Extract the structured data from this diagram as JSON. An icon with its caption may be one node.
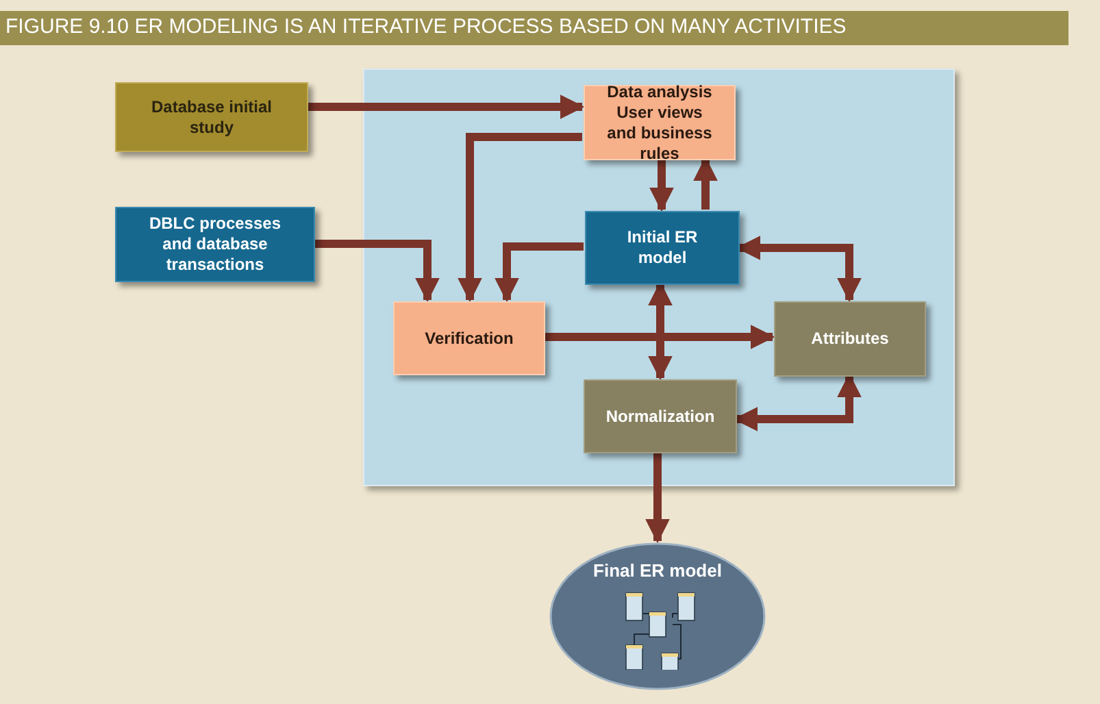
{
  "diagram": {
    "title": "FIGURE 9.10  ER MODELING IS AN ITERATIVE PROCESS BASED ON MANY ACTIVITIES",
    "nodes": [
      {
        "text": [],
        "shape": "box"
      },
      {
        "text": [
          "Database initial study"
        ]
      },
      {
        "text": [
          "DBLC processes and database transactions"
        ]
      },
      {
        "text": [
          "Data analysis User views and business rules"
        ],
        "in": 0
      },
      {
        "text": [
          "Initial ER model"
        ],
        "in": 0
      },
      {
        "text": [
          "Verification"
        ],
        "in": 0
      },
      {
        "text": [
          "Attributes"
        ],
        "in": 0
      },
      {
        "text": [
          "Normalization"
        ],
        "in": 0
      },
      {
        "text": [
          "Final ER model"
        ]
      }
    ],
    "edges": [
      {
        "from": 1,
        "to": 3,
        "arrow": "to"
      },
      {
        "from": 3,
        "to": 5,
        "arrow": "to"
      },
      {
        "from": 2,
        "to": 5,
        "arrow": "to"
      },
      {
        "from": 4,
        "to": 5,
        "arrow": "to"
      },
      {
        "from": 3,
        "to": 4,
        "arrow": "to"
      },
      {
        "from": 4,
        "to": 3,
        "arrow": "to"
      },
      {
        "from": 4,
        "to": 6,
        "arrow": "both"
      },
      {
        "from": 4,
        "to": 7,
        "arrow": "both"
      },
      {
        "from": 5,
        "to": 6,
        "arrow": "to"
      },
      {
        "from": 7,
        "to": 6,
        "arrow": "both"
      },
      {
        "from": 7,
        "to": 8,
        "arrow": "to"
      }
    ]
  }
}
